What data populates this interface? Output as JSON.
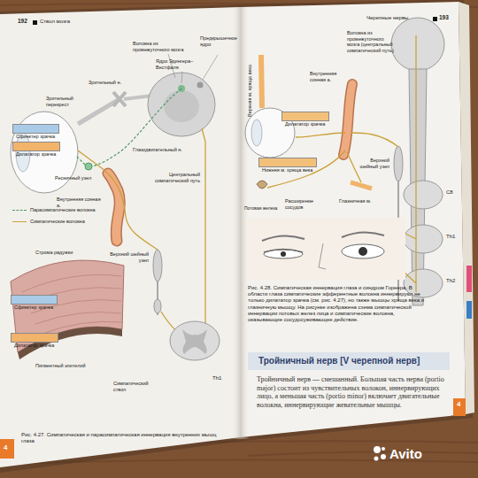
{
  "diagram": {
    "nodes": [
      {
        "text": [
          "Сфинктер зрачка"
        ]
      },
      {
        "text": [
          "Дилататор зрачка"
        ]
      },
      {
        "text": [
          "Сфинктер зрачка"
        ]
      },
      {
        "text": [
          "Дилататор зрачка"
        ]
      },
      {
        "text": [
          "Дилататор зрачка"
        ]
      },
      {
        "text": [
          "Нижняя м. хряща века"
        ]
      }
    ],
    "labels": [
      "192",
      "Ствол мозга",
      "Предкрышечное ядро",
      "Волокна из промежуточного мозга",
      "Ядро Эдингера–Вестфаля",
      "Зрительный н.",
      "Зрительный перекрест",
      "Ресничный узел",
      "Глазодвигательный н.",
      "Центральный симпатический путь",
      "Внутренняя сонная а.",
      "Верхний шейный узел",
      "Строма радужки",
      "Пигментный эпителий",
      "Симпатический ствол",
      "Th1",
      "Рис. 4.27. Симпатическая и парасимпатическая иннервация внутренних мышц глаза",
      "4",
      "Черепные нервы",
      "193",
      "Верхняя м. хряща века",
      "Внутренняя сонная а.",
      "Расширение сосудов",
      "Потовая железа",
      "Глазничная м.",
      "Волокна из промежуточного мозга (центральный симпатический путь)",
      "Верхний шейный узел",
      "C8",
      "Th1",
      "Th2",
      "Рис. 4.28. Симпатическая иннервация глаза и синдром Горнера. В области глаза симпатические эфферентные волокна иннервируют не только дилататор зрачка (см. рис. 4.27), но также мышцы хряща века и глазничную мышцу. На рисунке изображена схема симпатической иннервации потовых желез лица и симпатические волокна, оказывающие сосудосуживающее действие.",
      "Тройничный нерв [V черепной нерв]",
      "Тройничный нерв — смешанный. Большая часть нерва (portio major) состоит из чувствительных волокон, иннервирующих лицо, а меньшая часть (portio minor) включает двигательные волокна, иннервирующие жевательные мышцы.",
      "4",
      "Avito"
    ],
    "legend": [
      {
        "text": "Парасимпатические волокна"
      },
      {
        "text": "Симпатические волокна"
      }
    ]
  }
}
